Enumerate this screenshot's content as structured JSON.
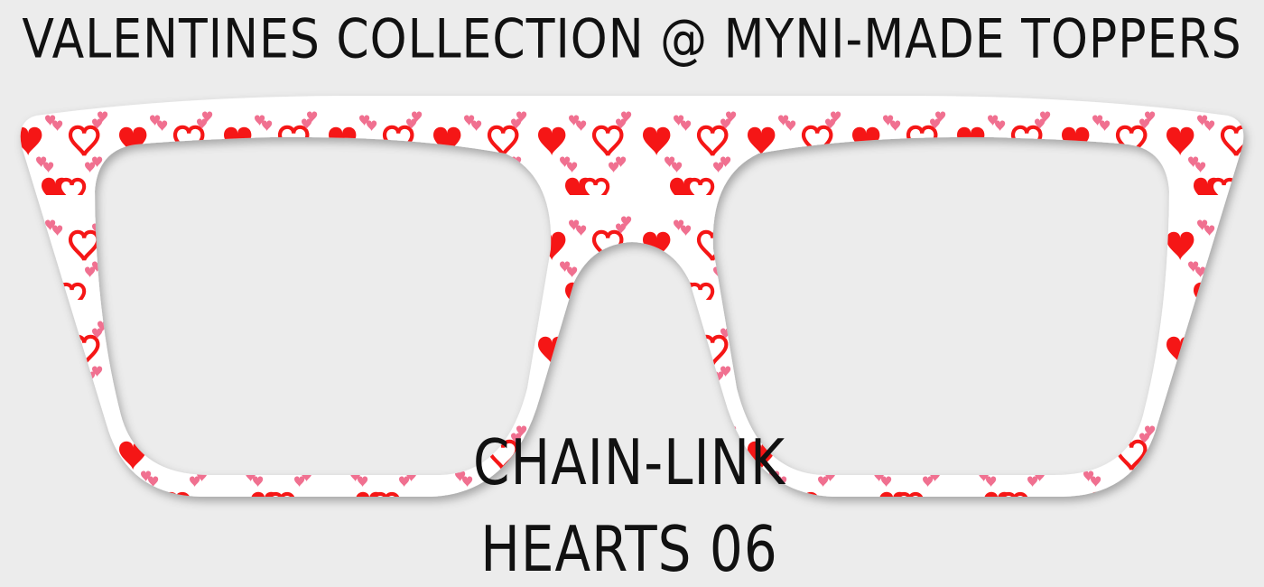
{
  "header": {
    "title": "VALENTINES COLLECTION @ MYNI-MADE TOPPERS"
  },
  "product": {
    "name_line1": "CHAIN-LINK",
    "name_line2": "HEARTS 06"
  },
  "colors": {
    "background": "#ececec",
    "frame": "#ffffff",
    "heart_red": "#f51616",
    "heart_pink": "#f07090"
  },
  "icons": {
    "pattern": "heart-icon"
  }
}
